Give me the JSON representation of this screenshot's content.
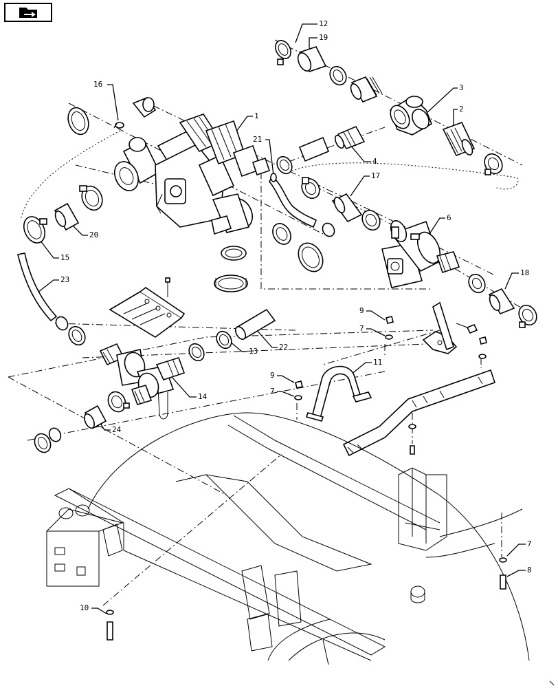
{
  "diagram": {
    "nav_icon": "folder-arrow-icon",
    "callouts": [
      {
        "id": "c12",
        "text": "12"
      },
      {
        "id": "c19",
        "text": "19"
      },
      {
        "id": "c16",
        "text": "16"
      },
      {
        "id": "c1",
        "text": "1"
      },
      {
        "id": "c3",
        "text": "3"
      },
      {
        "id": "c2",
        "text": "2"
      },
      {
        "id": "c21",
        "text": "21"
      },
      {
        "id": "c4",
        "text": "4"
      },
      {
        "id": "c17",
        "text": "17"
      },
      {
        "id": "c6",
        "text": "6"
      },
      {
        "id": "c20",
        "text": "20"
      },
      {
        "id": "c15",
        "text": "15"
      },
      {
        "id": "c23",
        "text": "23"
      },
      {
        "id": "c18",
        "text": "18"
      },
      {
        "id": "c9a",
        "text": "9"
      },
      {
        "id": "c7a",
        "text": "7"
      },
      {
        "id": "c22",
        "text": "22"
      },
      {
        "id": "c13",
        "text": "13"
      },
      {
        "id": "c11",
        "text": "11"
      },
      {
        "id": "c9b",
        "text": "9"
      },
      {
        "id": "c7b",
        "text": "7"
      },
      {
        "id": "c14",
        "text": "14"
      },
      {
        "id": "c24",
        "text": "24"
      },
      {
        "id": "c7c",
        "text": "7"
      },
      {
        "id": "c8",
        "text": "8"
      },
      {
        "id": "c10",
        "text": "10"
      }
    ]
  }
}
